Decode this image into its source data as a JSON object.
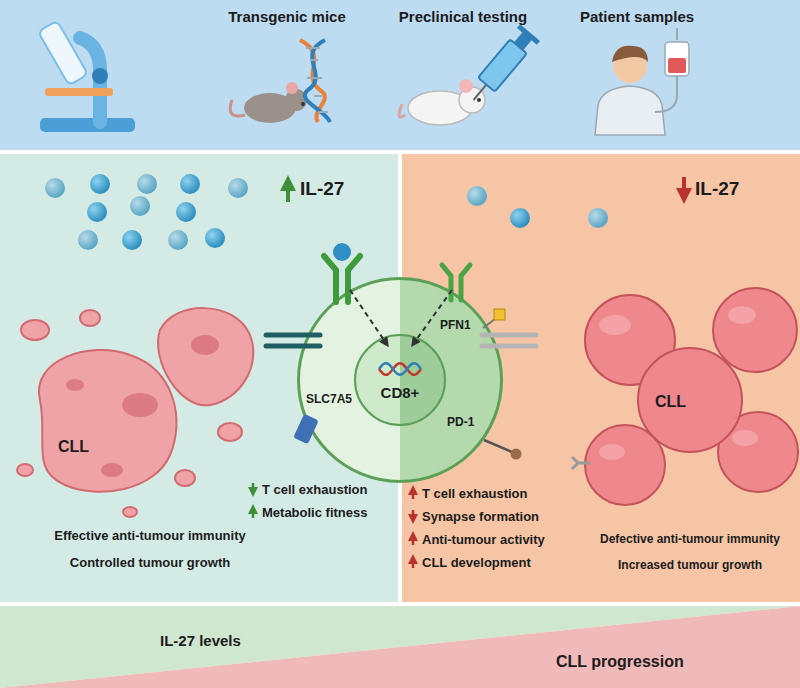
{
  "diagram": {
    "nodes": [
      {
        "text": [
          "Transgenic mice",
          "Preclinical testing",
          "Patient samples"
        ]
      },
      {
        "text": [
          "IL-27",
          "T cell exhaustion",
          "Metabolic fitness",
          "Effective anti-tumour immunity",
          "Controlled tumour growth"
        ]
      },
      {
        "text": [
          "CLL"
        ],
        "in": 1
      },
      {
        "text": [
          "PFN1",
          "SLC7A5",
          "CD8+",
          "PD-1"
        ]
      },
      {
        "text": [
          "IL-27",
          "T cell exhaustion",
          "Synapse formation",
          "Anti-tumour activity",
          "CLL development",
          "Defective anti-tumour immunity",
          "Increased tumour growth"
        ]
      },
      {
        "text": [
          "CLL"
        ],
        "in": 4
      },
      {
        "text": [
          "IL-27 levels",
          "CLL progression"
        ]
      }
    ]
  }
}
